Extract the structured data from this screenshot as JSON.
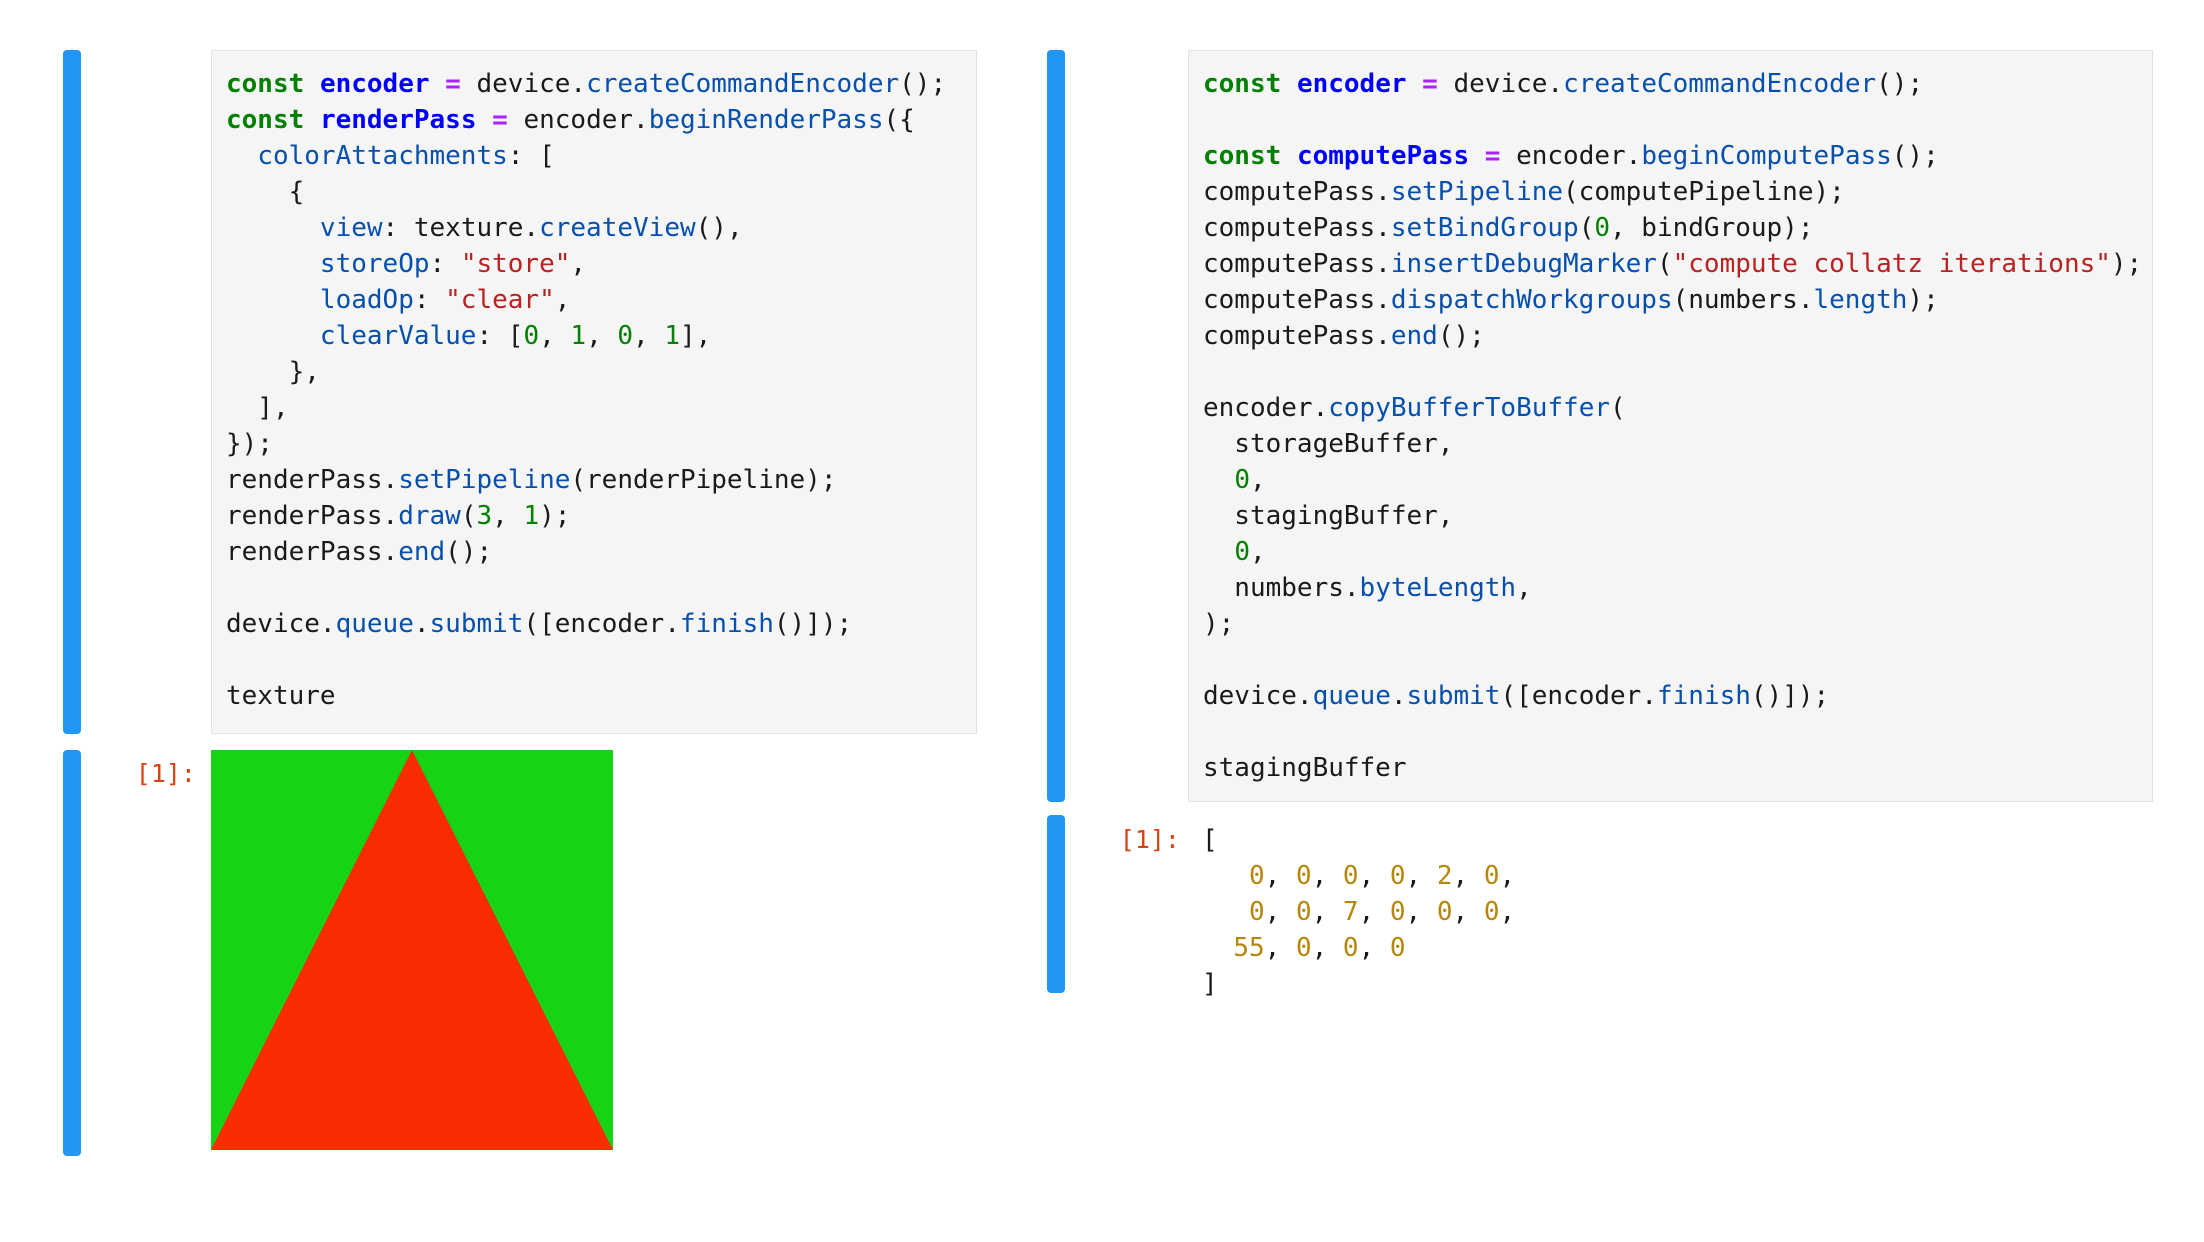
{
  "colors": {
    "selection_bar": "#2196f3",
    "cell_bg": "#f5f5f5",
    "prompt_out": "#d84315",
    "keyword_green": "#008000",
    "def_blue": "#0000ff",
    "operator_purple": "#aa22ff",
    "property_blue": "#0550ae",
    "string_red": "#ba2121",
    "number_green": "#008000",
    "output_number_gold": "#b8860b",
    "clear_green": "#16d316",
    "triangle_red": "#fb2c01"
  },
  "notebook_left": {
    "code": {
      "lines": [
        [
          [
            "k",
            "const"
          ],
          [
            "t",
            " "
          ],
          [
            "d",
            "encoder"
          ],
          [
            "t",
            " "
          ],
          [
            "o",
            "="
          ],
          [
            "t",
            " device."
          ],
          [
            "f",
            "createCommandEncoder"
          ],
          [
            "t",
            "();"
          ]
        ],
        [
          [
            "k",
            "const"
          ],
          [
            "t",
            " "
          ],
          [
            "d",
            "renderPass"
          ],
          [
            "t",
            " "
          ],
          [
            "o",
            "="
          ],
          [
            "t",
            " encoder."
          ],
          [
            "f",
            "beginRenderPass"
          ],
          [
            "t",
            "({"
          ]
        ],
        [
          [
            "t",
            "  "
          ],
          [
            "f",
            "colorAttachments"
          ],
          [
            "t",
            ": ["
          ]
        ],
        [
          [
            "t",
            "    {"
          ]
        ],
        [
          [
            "t",
            "      "
          ],
          [
            "f",
            "view"
          ],
          [
            "t",
            ": texture."
          ],
          [
            "f",
            "createView"
          ],
          [
            "t",
            "(),"
          ]
        ],
        [
          [
            "t",
            "      "
          ],
          [
            "f",
            "storeOp"
          ],
          [
            "t",
            ": "
          ],
          [
            "s",
            "\"store\""
          ],
          [
            "t",
            ","
          ]
        ],
        [
          [
            "t",
            "      "
          ],
          [
            "f",
            "loadOp"
          ],
          [
            "t",
            ": "
          ],
          [
            "s",
            "\"clear\""
          ],
          [
            "t",
            ","
          ]
        ],
        [
          [
            "t",
            "      "
          ],
          [
            "f",
            "clearValue"
          ],
          [
            "t",
            ": ["
          ],
          [
            "n",
            "0"
          ],
          [
            "t",
            ", "
          ],
          [
            "n",
            "1"
          ],
          [
            "t",
            ", "
          ],
          [
            "n",
            "0"
          ],
          [
            "t",
            ", "
          ],
          [
            "n",
            "1"
          ],
          [
            "t",
            "],"
          ]
        ],
        [
          [
            "t",
            "    },"
          ]
        ],
        [
          [
            "t",
            "  ],"
          ]
        ],
        [
          [
            "t",
            "});"
          ]
        ],
        [
          [
            "t",
            "renderPass."
          ],
          [
            "f",
            "setPipeline"
          ],
          [
            "t",
            "(renderPipeline);"
          ]
        ],
        [
          [
            "t",
            "renderPass."
          ],
          [
            "f",
            "draw"
          ],
          [
            "t",
            "("
          ],
          [
            "n",
            "3"
          ],
          [
            "t",
            ", "
          ],
          [
            "n",
            "1"
          ],
          [
            "t",
            ");"
          ]
        ],
        [
          [
            "t",
            "renderPass."
          ],
          [
            "f",
            "end"
          ],
          [
            "t",
            "();"
          ]
        ],
        [],
        [
          [
            "t",
            "device."
          ],
          [
            "f",
            "queue"
          ],
          [
            "t",
            "."
          ],
          [
            "f",
            "submit"
          ],
          [
            "t",
            "([encoder."
          ],
          [
            "f",
            "finish"
          ],
          [
            "t",
            "()]);"
          ]
        ],
        [],
        [
          [
            "t",
            "texture"
          ]
        ]
      ]
    },
    "output": {
      "prompt": "[1]:"
    }
  },
  "notebook_right": {
    "code": {
      "lines": [
        [
          [
            "k",
            "const"
          ],
          [
            "t",
            " "
          ],
          [
            "d",
            "encoder"
          ],
          [
            "t",
            " "
          ],
          [
            "o",
            "="
          ],
          [
            "t",
            " device."
          ],
          [
            "f",
            "createCommandEncoder"
          ],
          [
            "t",
            "();"
          ]
        ],
        [],
        [
          [
            "k",
            "const"
          ],
          [
            "t",
            " "
          ],
          [
            "d",
            "computePass"
          ],
          [
            "t",
            " "
          ],
          [
            "o",
            "="
          ],
          [
            "t",
            " encoder."
          ],
          [
            "f",
            "beginComputePass"
          ],
          [
            "t",
            "();"
          ]
        ],
        [
          [
            "t",
            "computePass."
          ],
          [
            "f",
            "setPipeline"
          ],
          [
            "t",
            "(computePipeline);"
          ]
        ],
        [
          [
            "t",
            "computePass."
          ],
          [
            "f",
            "setBindGroup"
          ],
          [
            "t",
            "("
          ],
          [
            "n",
            "0"
          ],
          [
            "t",
            ", bindGroup);"
          ]
        ],
        [
          [
            "t",
            "computePass."
          ],
          [
            "f",
            "insertDebugMarker"
          ],
          [
            "t",
            "("
          ],
          [
            "s",
            "\"compute collatz iterations\""
          ],
          [
            "t",
            ");"
          ]
        ],
        [
          [
            "t",
            "computePass."
          ],
          [
            "f",
            "dispatchWorkgroups"
          ],
          [
            "t",
            "(numbers."
          ],
          [
            "f",
            "length"
          ],
          [
            "t",
            ");"
          ]
        ],
        [
          [
            "t",
            "computePass."
          ],
          [
            "f",
            "end"
          ],
          [
            "t",
            "();"
          ]
        ],
        [],
        [
          [
            "t",
            "encoder."
          ],
          [
            "f",
            "copyBufferToBuffer"
          ],
          [
            "t",
            "("
          ]
        ],
        [
          [
            "t",
            "  storageBuffer,"
          ]
        ],
        [
          [
            "t",
            "  "
          ],
          [
            "n",
            "0"
          ],
          [
            "t",
            ","
          ]
        ],
        [
          [
            "t",
            "  stagingBuffer,"
          ]
        ],
        [
          [
            "t",
            "  "
          ],
          [
            "n",
            "0"
          ],
          [
            "t",
            ","
          ]
        ],
        [
          [
            "t",
            "  numbers."
          ],
          [
            "f",
            "byteLength"
          ],
          [
            "t",
            ","
          ]
        ],
        [
          [
            "t",
            ");"
          ]
        ],
        [],
        [
          [
            "t",
            "device."
          ],
          [
            "f",
            "queue"
          ],
          [
            "t",
            "."
          ],
          [
            "f",
            "submit"
          ],
          [
            "t",
            "([encoder."
          ],
          [
            "f",
            "finish"
          ],
          [
            "t",
            "()]);"
          ]
        ],
        [],
        [
          [
            "t",
            "stagingBuffer"
          ]
        ]
      ]
    },
    "output": {
      "prompt": "[1]:",
      "lines": [
        [
          [
            "t",
            "["
          ]
        ],
        [
          [
            "t",
            "   "
          ],
          [
            "y",
            "0"
          ],
          [
            "t",
            ", "
          ],
          [
            "y",
            "0"
          ],
          [
            "t",
            ", "
          ],
          [
            "y",
            "0"
          ],
          [
            "t",
            ", "
          ],
          [
            "y",
            "0"
          ],
          [
            "t",
            ", "
          ],
          [
            "y",
            "2"
          ],
          [
            "t",
            ", "
          ],
          [
            "y",
            "0"
          ],
          [
            "t",
            ","
          ]
        ],
        [
          [
            "t",
            "   "
          ],
          [
            "y",
            "0"
          ],
          [
            "t",
            ", "
          ],
          [
            "y",
            "0"
          ],
          [
            "t",
            ", "
          ],
          [
            "y",
            "7"
          ],
          [
            "t",
            ", "
          ],
          [
            "y",
            "0"
          ],
          [
            "t",
            ", "
          ],
          [
            "y",
            "0"
          ],
          [
            "t",
            ", "
          ],
          [
            "y",
            "0"
          ],
          [
            "t",
            ","
          ]
        ],
        [
          [
            "t",
            "  "
          ],
          [
            "y",
            "55"
          ],
          [
            "t",
            ", "
          ],
          [
            "y",
            "0"
          ],
          [
            "t",
            ", "
          ],
          [
            "y",
            "0"
          ],
          [
            "t",
            ", "
          ],
          [
            "y",
            "0"
          ]
        ],
        [
          [
            "t",
            "]"
          ]
        ]
      ]
    }
  }
}
